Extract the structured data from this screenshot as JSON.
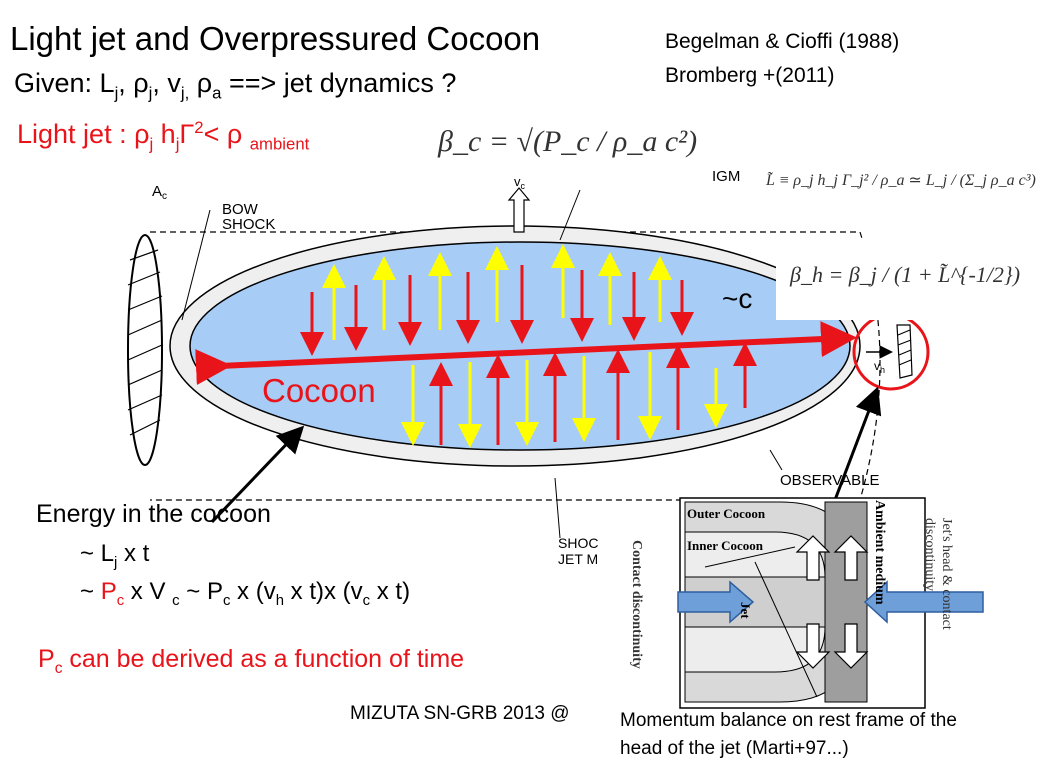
{
  "title": "Light jet and Overpressured Cocoon",
  "given": {
    "text": "Given: L",
    "j": "j",
    "rest": ", ρ",
    "j2": "j",
    "v": ", v",
    "j3": "j,",
    "rho_a": " ρ",
    "a": "a",
    "tail": "  ==> jet dynamics ?"
  },
  "light_jet": {
    "text": "Light jet : ρ",
    "j": "j",
    "h": " h",
    "j2": "j",
    "gamma": "Γ",
    "sq": "2",
    "lt": "< ρ ",
    "ambient": "ambient"
  },
  "references": [
    "Begelman & Cioffi (1988)",
    "Bromberg +(2011)"
  ],
  "equations": {
    "beta_c": "β_c = √(P_c / ρ_a c²)",
    "L_tilde": "L̃ ≡ ρ_j h_j Γ_j² / ρ_a ≃ L_j / (Σ_j ρ_a c³)",
    "beta_h": "β_h = β_j / (1 + L̃^{-1/2})"
  },
  "diagram": {
    "labels": {
      "ac": "A",
      "ac_sub": "c",
      "bow": "BOW",
      "shock": "SHOCK",
      "igm": "IGM",
      "vc": "v",
      "vc_sub": "c",
      "vh": "v",
      "vh_sub": "h",
      "observable": "OBSERVABLE",
      "shoc": "SHOC",
      "jetm": "JET M"
    },
    "c_label": "~c",
    "cocoon_label": "Cocoon"
  },
  "energy": {
    "title": "Energy in the cocoon",
    "line1": {
      "a": "~ L",
      "j": "j",
      "b": " x t"
    },
    "line2": {
      "a": "~ ",
      "pc": "P",
      "c": "c",
      "b": " x V ",
      "c2": "c",
      "d": " ~  P",
      "c3": "c",
      "e": " x (v",
      "h": "h",
      "f": " x t)x (v",
      "c4": "c",
      "g": " x t)"
    }
  },
  "derive": {
    "p": "P",
    "c": "c",
    "rest": " can be derived as a function of time"
  },
  "inset": {
    "outer_cocoon": "Outer Cocoon",
    "inner_cocoon": "Inner Cocoon",
    "jet": "Jet",
    "contact": "Contact discontinuity",
    "ambient": "Ambient medium",
    "jets_head": "Jet's head & contact discontinuity"
  },
  "footer": "MIZUTA SN-GRB 2013 @",
  "caption": [
    "Momentum balance on rest frame of the",
    "head of the jet (Marti+97...)"
  ],
  "colors": {
    "red": "#e8141a",
    "cocoon": "#a7cdf6",
    "yellow": "#ffff00",
    "blue_arrow": "#6f9fd8"
  }
}
